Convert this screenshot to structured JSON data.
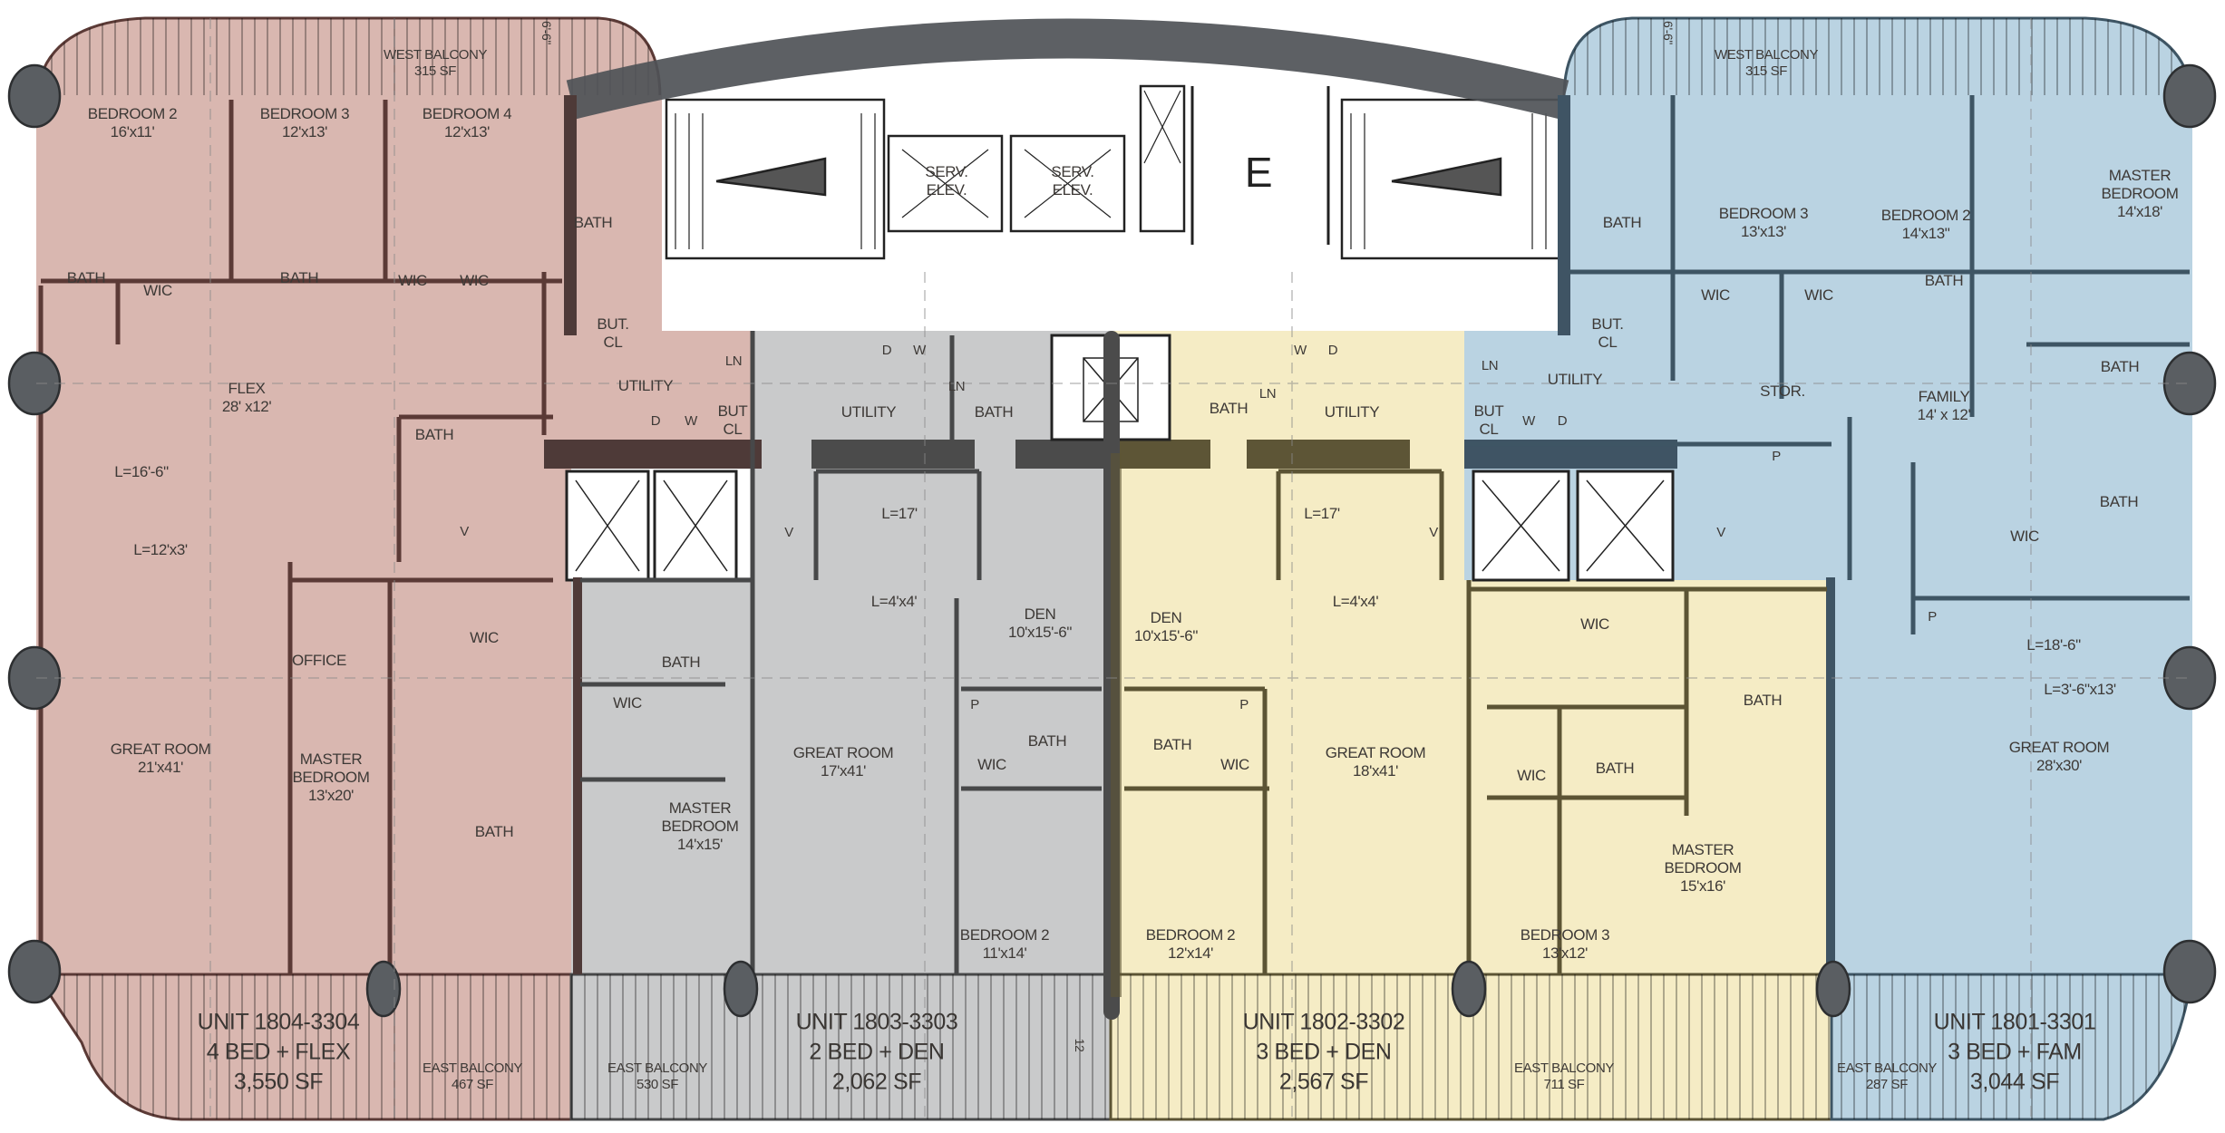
{
  "plan": {
    "core": {
      "service_elevators": [
        "SERV. ELEV.",
        "SERV. ELEV."
      ],
      "elevator_label": "E",
      "dimension_mark": "12"
    },
    "units": [
      {
        "title": "UNIT 1804-3304",
        "type": "4 BED + FLEX",
        "area": "3,550 SF",
        "color": "#d9b7b0",
        "wall_color": "#5b3a36",
        "west_balcony": {
          "name": "WEST BALCONY",
          "area": "315 SF",
          "depth": "6'-6\""
        },
        "east_balcony": {
          "name": "EAST BALCONY",
          "area": "467 SF"
        },
        "rooms": [
          {
            "name": "BEDROOM 2",
            "dims": "16'x11'"
          },
          {
            "name": "BEDROOM 3",
            "dims": "12'x13'"
          },
          {
            "name": "BEDROOM 4",
            "dims": "12'x13'"
          },
          {
            "name": "BATH",
            "dims": ""
          },
          {
            "name": "WIC",
            "dims": ""
          },
          {
            "name": "BATH",
            "dims": ""
          },
          {
            "name": "WIC",
            "dims": ""
          },
          {
            "name": "WIC",
            "dims": ""
          },
          {
            "name": "BATH",
            "dims": ""
          },
          {
            "name": "BUT. CL",
            "dims": ""
          },
          {
            "name": "UTILITY",
            "dims": ""
          },
          {
            "name": "LN",
            "dims": ""
          },
          {
            "name": "BUT CL",
            "dims": ""
          },
          {
            "name": "D",
            "dims": ""
          },
          {
            "name": "W",
            "dims": ""
          },
          {
            "name": "FLEX",
            "dims": "28' x12'"
          },
          {
            "name": "BATH",
            "dims": ""
          },
          {
            "name": "L=16'-6\"",
            "dims": ""
          },
          {
            "name": "V",
            "dims": ""
          },
          {
            "name": "L=12'x3'",
            "dims": ""
          },
          {
            "name": "OFFICE",
            "dims": ""
          },
          {
            "name": "WIC",
            "dims": ""
          },
          {
            "name": "GREAT ROOM",
            "dims": "21'x41'"
          },
          {
            "name": "MASTER BEDROOM",
            "dims": "13'x20'"
          },
          {
            "name": "BATH",
            "dims": ""
          }
        ]
      },
      {
        "title": "UNIT 1803-3303",
        "type": "2 BED + DEN",
        "area": "2,062 SF",
        "color": "#c9cacb",
        "wall_color": "#474849",
        "east_balcony": {
          "name": "EAST BALCONY",
          "area": "530 SF"
        },
        "rooms": [
          {
            "name": "UTILITY",
            "dims": ""
          },
          {
            "name": "D",
            "dims": ""
          },
          {
            "name": "W",
            "dims": ""
          },
          {
            "name": "LN",
            "dims": ""
          },
          {
            "name": "BATH",
            "dims": ""
          },
          {
            "name": "V",
            "dims": ""
          },
          {
            "name": "L=17'",
            "dims": ""
          },
          {
            "name": "L=4'x4'",
            "dims": ""
          },
          {
            "name": "DEN",
            "dims": "10'x15'-6\""
          },
          {
            "name": "BATH",
            "dims": ""
          },
          {
            "name": "WIC",
            "dims": ""
          },
          {
            "name": "P",
            "dims": ""
          },
          {
            "name": "BATH",
            "dims": ""
          },
          {
            "name": "WIC",
            "dims": ""
          },
          {
            "name": "GREAT ROOM",
            "dims": "17'x41'"
          },
          {
            "name": "MASTER BEDROOM",
            "dims": "14'x15'"
          },
          {
            "name": "BEDROOM 2",
            "dims": "11'x14'"
          }
        ]
      },
      {
        "title": "UNIT 1802-3302",
        "type": "3 BED + DEN",
        "area": "2,567 SF",
        "color": "#f5ecc5",
        "wall_color": "#5c5434",
        "east_balcony": {
          "name": "EAST BALCONY",
          "area": "711 SF"
        },
        "rooms": [
          {
            "name": "BATH",
            "dims": ""
          },
          {
            "name": "LN",
            "dims": ""
          },
          {
            "name": "W",
            "dims": ""
          },
          {
            "name": "D",
            "dims": ""
          },
          {
            "name": "UTILITY",
            "dims": ""
          },
          {
            "name": "BUT CL",
            "dims": ""
          },
          {
            "name": "DEN",
            "dims": "10'x15'-6\""
          },
          {
            "name": "L=17'",
            "dims": ""
          },
          {
            "name": "L=4'x4'",
            "dims": ""
          },
          {
            "name": "V",
            "dims": ""
          },
          {
            "name": "P",
            "dims": ""
          },
          {
            "name": "BATH",
            "dims": ""
          },
          {
            "name": "WIC",
            "dims": ""
          },
          {
            "name": "GREAT ROOM",
            "dims": "18'x41'"
          },
          {
            "name": "BEDROOM 2",
            "dims": "12'x14'"
          },
          {
            "name": "WIC",
            "dims": ""
          },
          {
            "name": "BATH",
            "dims": ""
          },
          {
            "name": "WIC",
            "dims": ""
          },
          {
            "name": "BATH",
            "dims": ""
          },
          {
            "name": "MASTER BEDROOM",
            "dims": "15'x16'"
          },
          {
            "name": "BEDROOM 3",
            "dims": "13'x12'"
          }
        ]
      },
      {
        "title": "UNIT 1801-3301",
        "type": "3 BED + FAM",
        "area": "3,044 SF",
        "color": "#bad3e2",
        "wall_color": "#3e5564",
        "west_balcony": {
          "name": "WEST BALCONY",
          "area": "315 SF",
          "depth": "6'-6\""
        },
        "east_balcony": {
          "name": "EAST BALCONY",
          "area": "287 SF"
        },
        "rooms": [
          {
            "name": "BATH",
            "dims": ""
          },
          {
            "name": "BEDROOM 3",
            "dims": "13'x13'"
          },
          {
            "name": "BEDROOM 2",
            "dims": "14'x13\""
          },
          {
            "name": "MASTER BEDROOM",
            "dims": "14'x18'"
          },
          {
            "name": "WIC",
            "dims": ""
          },
          {
            "name": "WIC",
            "dims": ""
          },
          {
            "name": "BATH",
            "dims": ""
          },
          {
            "name": "BUT. CL",
            "dims": ""
          },
          {
            "name": "LN",
            "dims": ""
          },
          {
            "name": "UTILITY",
            "dims": ""
          },
          {
            "name": "STOR.",
            "dims": ""
          },
          {
            "name": "W",
            "dims": ""
          },
          {
            "name": "D",
            "dims": ""
          },
          {
            "name": "FAMILY",
            "dims": "14' x 12'"
          },
          {
            "name": "P",
            "dims": ""
          },
          {
            "name": "BATH",
            "dims": ""
          },
          {
            "name": "BATH",
            "dims": ""
          },
          {
            "name": "V",
            "dims": ""
          },
          {
            "name": "WIC",
            "dims": ""
          },
          {
            "name": "P",
            "dims": ""
          },
          {
            "name": "L=18'-6\"",
            "dims": ""
          },
          {
            "name": "L=3'-6\"x13'",
            "dims": ""
          },
          {
            "name": "GREAT ROOM",
            "dims": "28'x30'"
          }
        ]
      }
    ]
  }
}
